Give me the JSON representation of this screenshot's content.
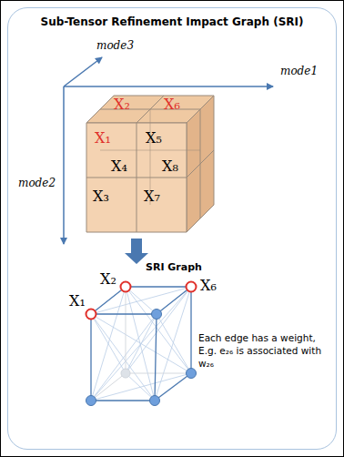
{
  "diagram": {
    "nodes": [
      {
        "text": [
          "Sub-Tensor Refinement Impact Graph (SRI)"
        ]
      }
    ],
    "edges": [],
    "labels": [
      "mode3",
      "mode1",
      "mode2",
      "X₂",
      "X₆",
      "X₁",
      "X₅",
      "X₄",
      "X₈",
      "X₃",
      "X₇",
      "SRI Graph",
      "X₂",
      "X₆",
      "X₁",
      "Each edge has a weight, E.g. e₂₆ is associated with w₂₆"
    ]
  }
}
